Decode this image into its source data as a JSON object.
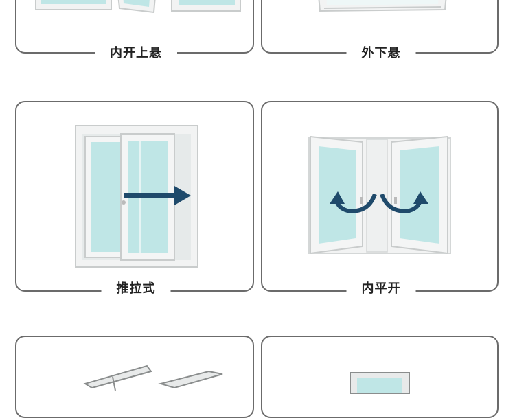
{
  "cards": [
    {
      "label": "内开上悬"
    },
    {
      "label": "外下悬"
    },
    {
      "label": "推拉式"
    },
    {
      "label": "内平开"
    },
    {
      "label": ""
    },
    {
      "label": ""
    }
  ],
  "colors": {
    "border": "#6b6b6b",
    "frame": "#f2f3f3",
    "frame_shadow": "#c9cccc",
    "glass": "#bfe6e6",
    "arrow": "#1f4a6b"
  }
}
